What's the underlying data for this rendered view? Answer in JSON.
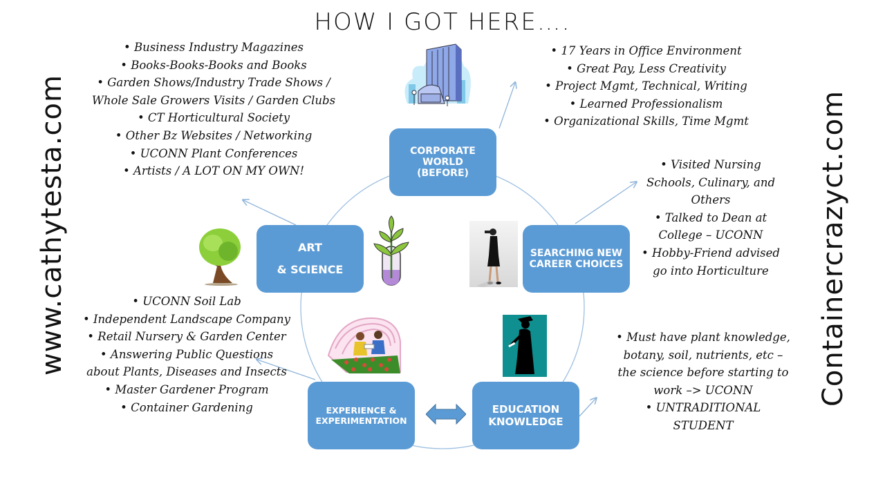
{
  "title": "HOW I GOT HERE….",
  "side_left": "www.cathytesta.com",
  "side_right": "Containercrazyct.com",
  "nodes": {
    "corporate": "CORPORATE\nWORLD\n(BEFORE)",
    "searching": "SEARCHING NEW\nCAREER CHOICES",
    "education": "EDUCATION\nKNOWLEDGE",
    "experience": "EXPERIENCE &\nEXPERIMENTATION",
    "art": "ART\n& SCIENCE"
  },
  "lists": {
    "corporate": [
      "17 Years in Office Environment",
      "Great Pay, Less Creativity",
      "Project Mgmt, Technical, Writing",
      "Learned Professionalism",
      "Organizational Skills, Time Mgmt"
    ],
    "art": [
      "Business Industry Magazines",
      "Books-Books-Books and Books",
      "Garden Shows/Industry Trade Shows / Whole Sale Growers Visits / Garden Clubs",
      "CT Horticultural Society",
      "Other Bz Websites / Networking",
      "UCONN Plant Conferences",
      "Artists / A LOT ON MY OWN!"
    ],
    "searching": [
      "Visited Nursing Schools, Culinary, and Others",
      "Talked to Dean at College – UCONN",
      "Hobby-Friend advised go into Horticulture"
    ],
    "education": [
      "Must have plant knowledge, botany, soil, nutrients, etc – the science before starting to work –> UCONN",
      "UNTRADITIONAL STUDENT"
    ],
    "experience": [
      "UCONN Soil Lab",
      "Independent Landscape Company",
      "Retail Nursery & Garden Center",
      "Answering Public Questions about Plants, Diseases and Insects",
      "Master Gardener Program",
      "Container Gardening"
    ]
  },
  "colors": {
    "node_fill": "#5b9bd5",
    "connector": "#8fb4d9",
    "text": "#111111"
  },
  "icons": [
    "office-building-icon",
    "tree-icon",
    "sprout-test-tube-icon",
    "businesswoman-binoculars-icon",
    "graduate-silhouette-icon",
    "gardeners-greenhouse-icon",
    "double-arrow-icon"
  ]
}
